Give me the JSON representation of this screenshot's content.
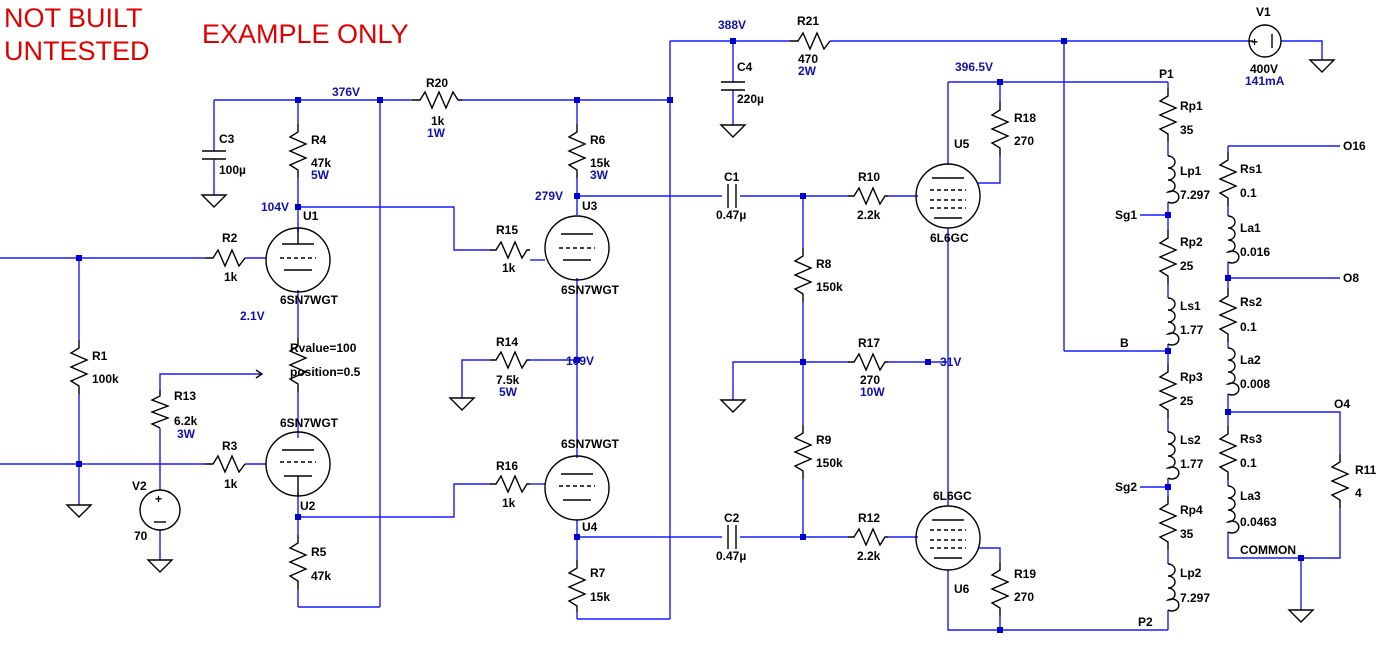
{
  "notes": {
    "not_built_1": "NOT BUILT",
    "not_built_2": "UNTESTED",
    "example": "EXAMPLE ONLY"
  },
  "voltages": {
    "v388": "388V",
    "v376": "376V",
    "v396": "396.5V",
    "v104": "104V",
    "v279": "279V",
    "v21": "2.1V",
    "v109": "109V",
    "v31": "31V"
  },
  "components": {
    "R21": {
      "name": "R21",
      "value": "470",
      "power": "2W"
    },
    "R20": {
      "name": "R20",
      "value": "1k",
      "power": "1W"
    },
    "R4": {
      "name": "R4",
      "value": "47k",
      "power": "5W"
    },
    "R6": {
      "name": "R6",
      "value": "15k",
      "power": "3W"
    },
    "R18": {
      "name": "R18",
      "value": "270"
    },
    "R19": {
      "name": "R19",
      "value": "270"
    },
    "R2": {
      "name": "R2",
      "value": "1k"
    },
    "R3": {
      "name": "R3",
      "value": "1k"
    },
    "R1": {
      "name": "R1",
      "value": "100k"
    },
    "R13": {
      "name": "R13",
      "value": "6.2k",
      "power": "3W"
    },
    "R5": {
      "name": "R5",
      "value": "47k"
    },
    "R15": {
      "name": "R15",
      "value": "1k"
    },
    "R16": {
      "name": "R16",
      "value": "1k"
    },
    "R14": {
      "name": "R14",
      "value": "7.5k",
      "power": "5W"
    },
    "R7": {
      "name": "R7",
      "value": "15k"
    },
    "R8": {
      "name": "R8",
      "value": "150k"
    },
    "R9": {
      "name": "R9",
      "value": "150k"
    },
    "R10": {
      "name": "R10",
      "value": "2.2k"
    },
    "R12": {
      "name": "R12",
      "value": "2.2k"
    },
    "R17": {
      "name": "R17",
      "value": "270",
      "power": "10W"
    },
    "R11": {
      "name": "R11",
      "value": "4"
    },
    "C1": {
      "name": "C1",
      "value": "0.47µ"
    },
    "C2": {
      "name": "C2",
      "value": "0.47µ"
    },
    "C3": {
      "name": "C3",
      "value": "100µ"
    },
    "C4": {
      "name": "C4",
      "value": "220µ"
    },
    "V1": {
      "name": "V1",
      "value": "400V",
      "current": "141mA"
    },
    "V2": {
      "name": "V2",
      "value": "70"
    },
    "U1": {
      "name": "U1",
      "type": "6SN7WGT"
    },
    "U2": {
      "name": "U2",
      "type": "6SN7WGT"
    },
    "U3": {
      "name": "U3",
      "type": "6SN7WGT"
    },
    "U4": {
      "name": "U4",
      "type": "6SN7WGT"
    },
    "U5": {
      "name": "U5",
      "type": "6L6GC"
    },
    "U6": {
      "name": "U6",
      "type": "6L6GC"
    },
    "pot": {
      "rvalue": "Rvalue=100",
      "position": "position=0.5"
    },
    "Rp1": {
      "name": "Rp1",
      "value": "35"
    },
    "Lp1": {
      "name": "Lp1",
      "value": "7.297"
    },
    "Rp2": {
      "name": "Rp2",
      "value": "25"
    },
    "Ls1": {
      "name": "Ls1",
      "value": "1.77"
    },
    "Rp3": {
      "name": "Rp3",
      "value": "25"
    },
    "Ls2": {
      "name": "Ls2",
      "value": "1.77"
    },
    "Rp4": {
      "name": "Rp4",
      "value": "35"
    },
    "Lp2": {
      "name": "Lp2",
      "value": "7.297"
    },
    "Rs1": {
      "name": "Rs1",
      "value": "0.1"
    },
    "La1": {
      "name": "La1",
      "value": "0.016"
    },
    "Rs2": {
      "name": "Rs2",
      "value": "0.1"
    },
    "La2": {
      "name": "La2",
      "value": "0.008"
    },
    "Rs3": {
      "name": "Rs3",
      "value": "0.1"
    },
    "La3": {
      "name": "La3",
      "value": "0.0463"
    }
  },
  "nodes": {
    "P1": "P1",
    "P2": "P2",
    "Sg1": "Sg1",
    "Sg2": "Sg2",
    "B": "B",
    "O16": "O16",
    "O8": "O8",
    "O4": "O4",
    "COMMON": "COMMON"
  }
}
